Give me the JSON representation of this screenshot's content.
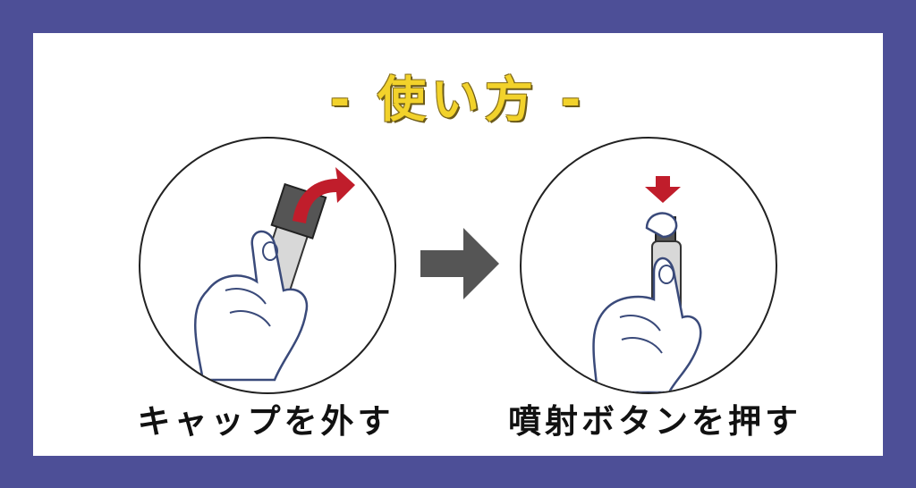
{
  "title": "- 使い方 -",
  "steps": [
    {
      "caption": "キャップを外す",
      "illustration_icon": "hand-removing-cap-icon"
    },
    {
      "caption": "噴射ボタンを押す",
      "illustration_icon": "hand-pressing-spray-icon"
    }
  ],
  "colors": {
    "background": "#4d4f97",
    "panel": "#ffffff",
    "title": "#f2d22b",
    "red_arrow": "#c01d2b",
    "gray_arrow": "#555555"
  }
}
